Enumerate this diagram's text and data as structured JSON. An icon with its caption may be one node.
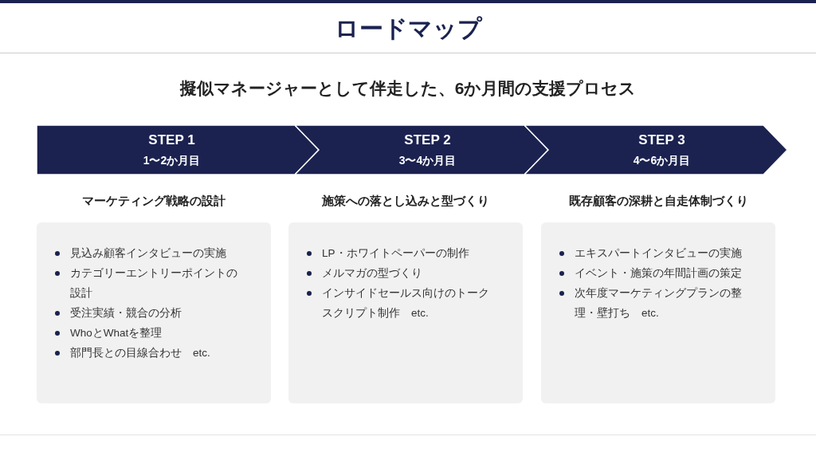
{
  "diagram": {
    "title": "ロードマップ",
    "nodes": [
      {
        "text": [
          "STEP 1",
          "1〜2か月目"
        ]
      },
      {
        "text": [
          "STEP 2",
          "3〜4か月目"
        ]
      },
      {
        "text": [
          "STEP 3",
          "4〜6か月目"
        ]
      },
      {
        "text": [
          "マーケティング戦略の設計",
          "見込み顧客インタビューの実施",
          "カテゴリーエントリーポイントの設計",
          "受注実績・競合の分析",
          "WhoとWhatを整理",
          "部門長との目線合わせ　etc."
        ]
      },
      {
        "text": [
          "施策への落とし込みと型づくり",
          "LP・ホワイトペーパーの制作",
          "メルマガの型づくり",
          "インサイドセールス向けのトークスクリプト制作　etc."
        ]
      },
      {
        "text": [
          "既存顧客の深耕と自走体制づくり",
          "エキスパートインタビューの実施",
          "イベント・施策の年間計画の策定",
          "次年度マーケティングプランの整理・壁打ち　etc."
        ]
      }
    ],
    "edges": [],
    "labels": [
      "擬似マネージャーとして伴走した、6か月間の支援プロセス"
    ]
  }
}
